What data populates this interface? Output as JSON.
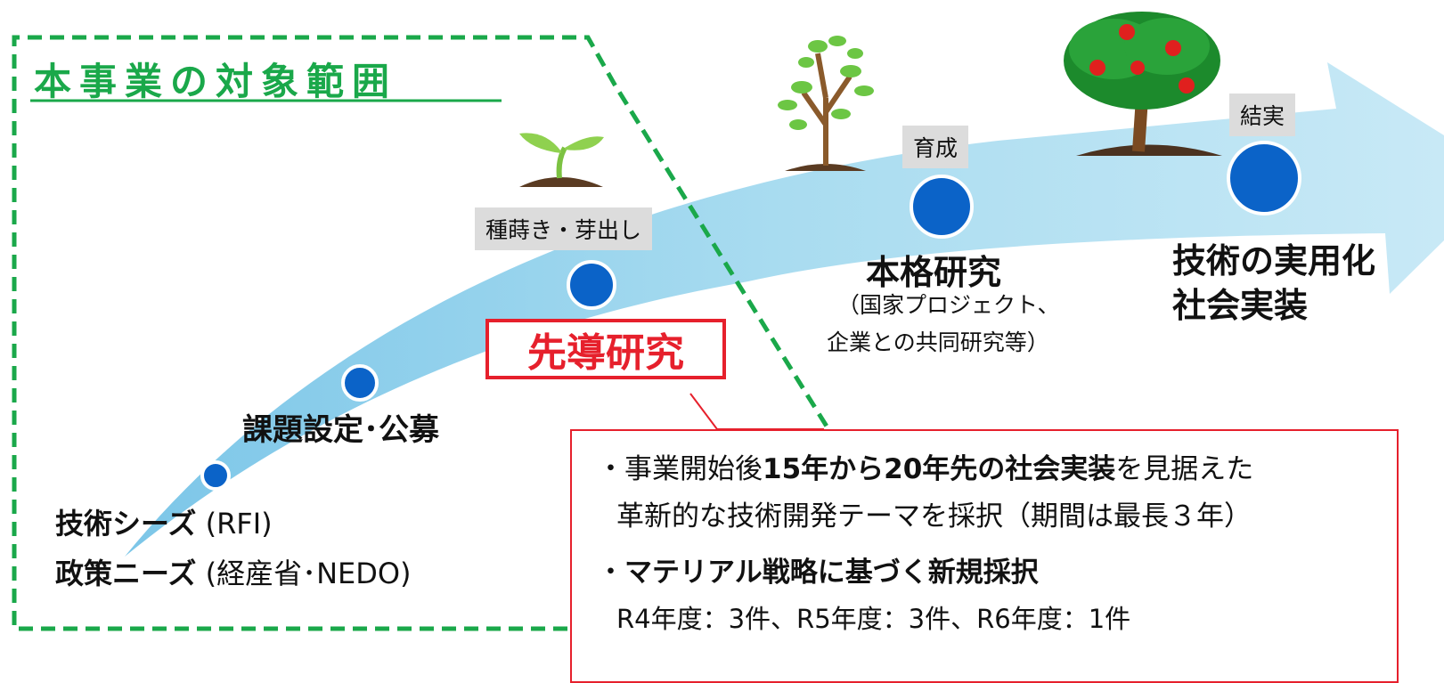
{
  "scope_title": "本事業の対象範囲",
  "stages": {
    "seeds_label": "技術シーズ",
    "seeds_note": "(RFI)",
    "needs_label": "政策ニーズ",
    "needs_note": "(経産省･NEDO)",
    "call": "課題設定･公募",
    "lead_research": "先導研究",
    "full_research": "本格研究",
    "full_research_note_1": "（国家プロジェクト、",
    "full_research_note_2": "企業との共同研究等）",
    "practical_1": "技術の実用化",
    "practical_2": "社会実装"
  },
  "tags": {
    "sowing": "種蒔き・芽出し",
    "growing": "育成",
    "fruiting": "結実"
  },
  "note": {
    "b1_pre": "・事業開始後",
    "b1_bold": "15年から20年先の社会実装",
    "b1_post": "を見据えた",
    "b1_line2": "革新的な技術開発テーマを採択（期間は最長３年）",
    "b2_pre": "・",
    "b2_bold": "マテリアル戦略に基づく新規採択",
    "b2_line2": "R4年度：3件、R5年度：3件、R6年度：1件"
  },
  "colors": {
    "scope_green": "#1aa84a",
    "lead_red": "#e6202c",
    "arrow_blue": "#a9dcf0",
    "dot_blue": "#0b63c8"
  },
  "icons": [
    "sprout-icon",
    "young-tree-icon",
    "apple-tree-icon"
  ]
}
